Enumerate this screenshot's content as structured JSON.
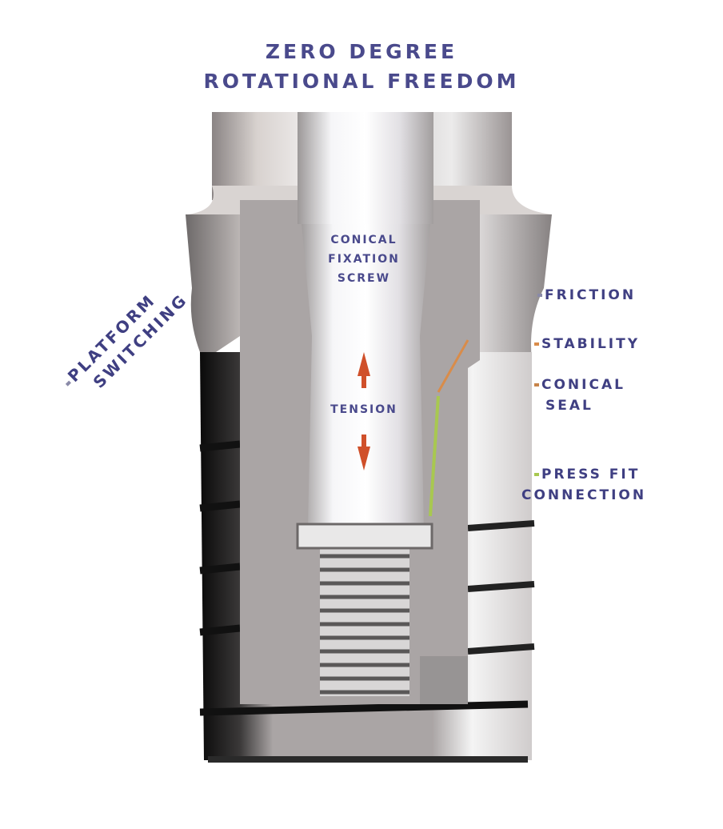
{
  "diagram": {
    "title_line1": "ZERO DEGREE",
    "title_line2": "ROTATIONAL FREEDOM",
    "labels": {
      "screw_line1": "CONICAL",
      "screw_line2": "FIXATION",
      "screw_line3": "SCREW",
      "tension": "TENSION",
      "platform_line1": "PLATFORM",
      "platform_line2": "SWITCHING",
      "friction": "FRICTION",
      "stability": "STABILITY",
      "conical_seal_line1": "CONICAL",
      "conical_seal_line2": "SEAL",
      "press_fit_line1": "PRESS FIT",
      "press_fit_line2": "CONNECTION"
    },
    "colors": {
      "text": "#3f3f82",
      "friction_marker": "#8a8aa8",
      "stability_marker": "#d98c4a",
      "conical_seal_marker": "#c7844a",
      "press_fit_marker": "#a8c850",
      "tension_arrow": "#d0502a",
      "metal_light": "#e8e6e6",
      "metal_mid": "#b0abab",
      "metal_dark": "#1a1a1a"
    }
  }
}
